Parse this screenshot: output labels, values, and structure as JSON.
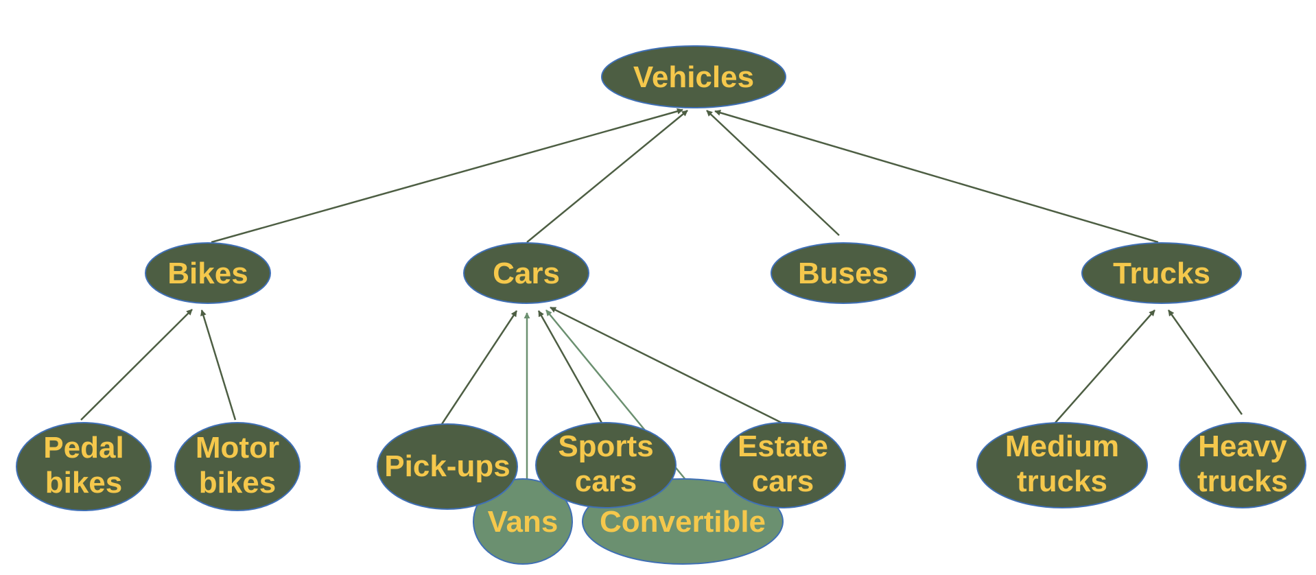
{
  "colors": {
    "node_fill": "#4d5e43",
    "node_fill_light": "#6b9070",
    "node_stroke": "#3f6fb5",
    "text": "#f5c84c",
    "edge": "#4d5e43",
    "edge_light": "#6b9070"
  },
  "nodes": {
    "vehicles": "Vehicles",
    "bikes": "Bikes",
    "cars": "Cars",
    "buses": "Buses",
    "trucks": "Trucks",
    "pedal_bikes": [
      "Pedal",
      "bikes"
    ],
    "motor_bikes": [
      "Motor",
      "bikes"
    ],
    "pick_ups": "Pick-ups",
    "vans": "Vans",
    "sports_cars": [
      "Sports",
      "cars"
    ],
    "convertible": "Convertible",
    "estate_cars": [
      "Estate",
      "cars"
    ],
    "medium_trucks": [
      "Medium",
      "trucks"
    ],
    "heavy_trucks": [
      "Heavy",
      "trucks"
    ]
  },
  "edges": [
    {
      "from": "bikes",
      "to": "vehicles"
    },
    {
      "from": "cars",
      "to": "vehicles"
    },
    {
      "from": "buses",
      "to": "vehicles"
    },
    {
      "from": "trucks",
      "to": "vehicles"
    },
    {
      "from": "pedal_bikes",
      "to": "bikes"
    },
    {
      "from": "motor_bikes",
      "to": "bikes"
    },
    {
      "from": "pick_ups",
      "to": "cars"
    },
    {
      "from": "vans",
      "to": "cars"
    },
    {
      "from": "sports_cars",
      "to": "cars"
    },
    {
      "from": "convertible",
      "to": "cars"
    },
    {
      "from": "estate_cars",
      "to": "cars"
    },
    {
      "from": "medium_trucks",
      "to": "trucks"
    },
    {
      "from": "heavy_trucks",
      "to": "trucks"
    }
  ]
}
